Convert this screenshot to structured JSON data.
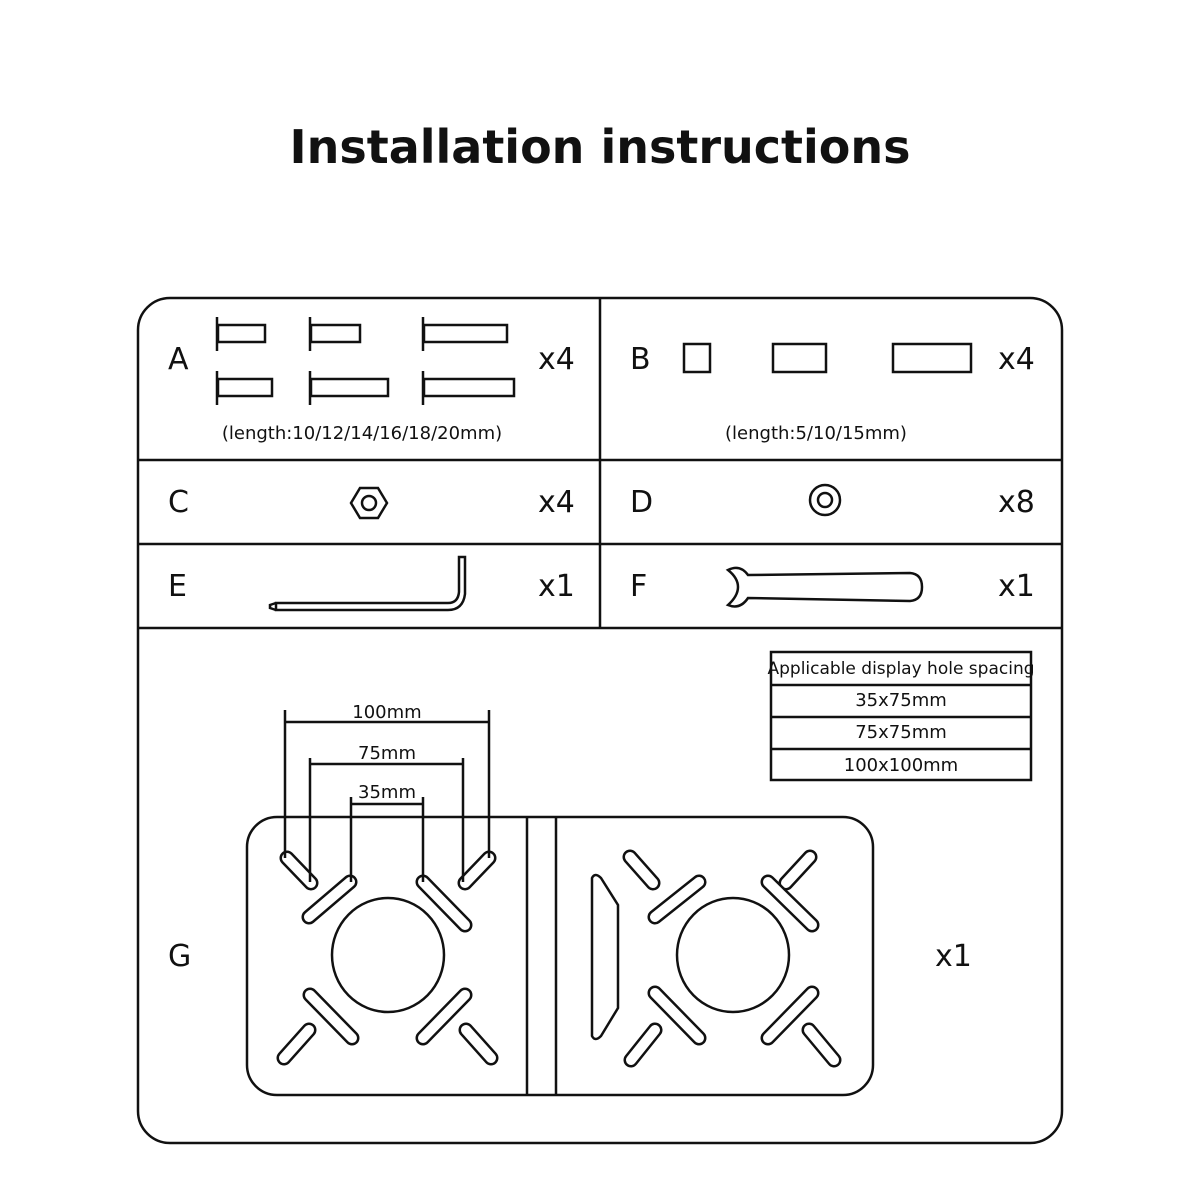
{
  "title": "Installation instructions",
  "parts": {
    "A": {
      "label": "A",
      "qty": "x4",
      "caption": "(length:10/12/14/16/18/20mm)",
      "icon": "screw-icon"
    },
    "B": {
      "label": "B",
      "qty": "x4",
      "caption": "(length:5/10/15mm)",
      "icon": "spacer-icon"
    },
    "C": {
      "label": "C",
      "qty": "x4",
      "icon": "hex-nut-icon"
    },
    "D": {
      "label": "D",
      "qty": "x8",
      "icon": "washer-icon"
    },
    "E": {
      "label": "E",
      "qty": "x1",
      "icon": "hex-key-icon"
    },
    "F": {
      "label": "F",
      "qty": "x1",
      "icon": "wrench-icon"
    },
    "G": {
      "label": "G",
      "qty": "x1",
      "icon": "vesa-plate-icon"
    }
  },
  "dimensions": [
    "100mm",
    "75mm",
    "35mm"
  ],
  "spacing_table": {
    "header": "Applicable display hole spacing",
    "rows": [
      "35x75mm",
      "75x75mm",
      "100x100mm"
    ]
  }
}
